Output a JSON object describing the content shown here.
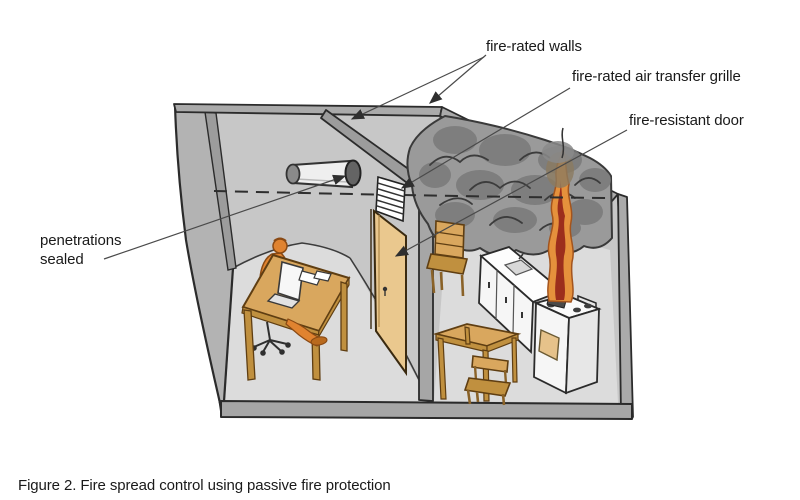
{
  "figure": {
    "caption": "Figure 2. Fire spread control using passive fire protection"
  },
  "labels": {
    "fire_rated_walls": "fire-rated walls",
    "air_transfer_grille": "fire-rated air transfer grille",
    "fire_resistant_door": "fire-resistant door",
    "penetrations_sealed": "penetrations sealed"
  },
  "colors": {
    "text": "#1a1a1a",
    "ink": "#2b2b2b",
    "leader": "#4a4a4a",
    "wall_base": "#c7c7c7",
    "wall_left": "#b3b3b3",
    "wall_band": "#aaaaaa",
    "wall_band_dark": "#9c9c9c",
    "floor": "#dcdcdc",
    "base_band": "#a6a6a6",
    "smoke": "#9a9a9a",
    "smoke_dark": "#7a7a7a",
    "smoke_outline": "#3a3a3a",
    "flame_orange": "#e5913c",
    "flame_red": "#9c2e1c",
    "flame_smoke": "#8b7a60",
    "wood": "#d9a75e",
    "wood_dark": "#c0903f",
    "wood_leg": "#8a6228",
    "door": "#eac88e",
    "person": "#e08330",
    "person_dark": "#b96a1e",
    "appliance": "#f6f6f6",
    "appliance_shade": "#e7e7e7",
    "pipe": "#efefef",
    "pipe_cap": "#8a8a8a",
    "pipe_collar": "#646464"
  }
}
